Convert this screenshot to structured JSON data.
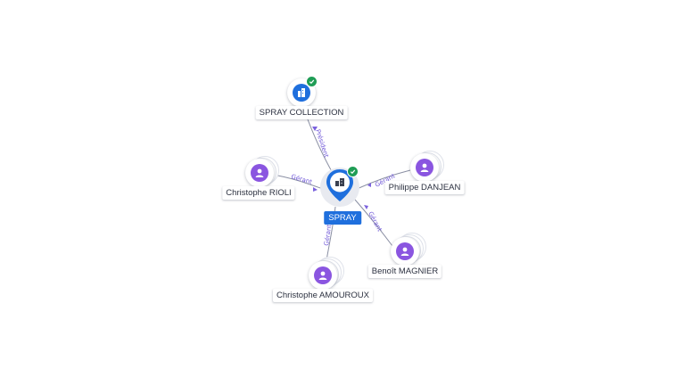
{
  "colors": {
    "company": "#1f6fdd",
    "person": "#8a55e0",
    "edge": "#8a8fa3",
    "edge_label": "#6f57d8",
    "verified": "#1f9d55"
  },
  "nodes": {
    "center": {
      "label": "SPRAY",
      "icon": "building-icon",
      "verified": true
    },
    "spray_collection": {
      "label": "SPRAY COLLECTION",
      "icon": "building-icon",
      "verified": true
    },
    "christophe_rioli": {
      "label": "Christophe RIOLI",
      "icon": "person-icon"
    },
    "philippe_danjean": {
      "label": "Philippe DANJEAN",
      "icon": "person-icon"
    },
    "benoit_magnier": {
      "label": "Benoît MAGNIER",
      "icon": "person-icon"
    },
    "christophe_amouroux": {
      "label": "Christophe AMOUROUX",
      "icon": "person-icon"
    }
  },
  "edges": {
    "spray_collection": {
      "label": "Président"
    },
    "christophe_rioli": {
      "label": "Gérant"
    },
    "philippe_danjean": {
      "label": "Gérant"
    },
    "benoit_magnier": {
      "label": "Gérant"
    },
    "christophe_amouroux": {
      "label": "Gérant"
    }
  }
}
